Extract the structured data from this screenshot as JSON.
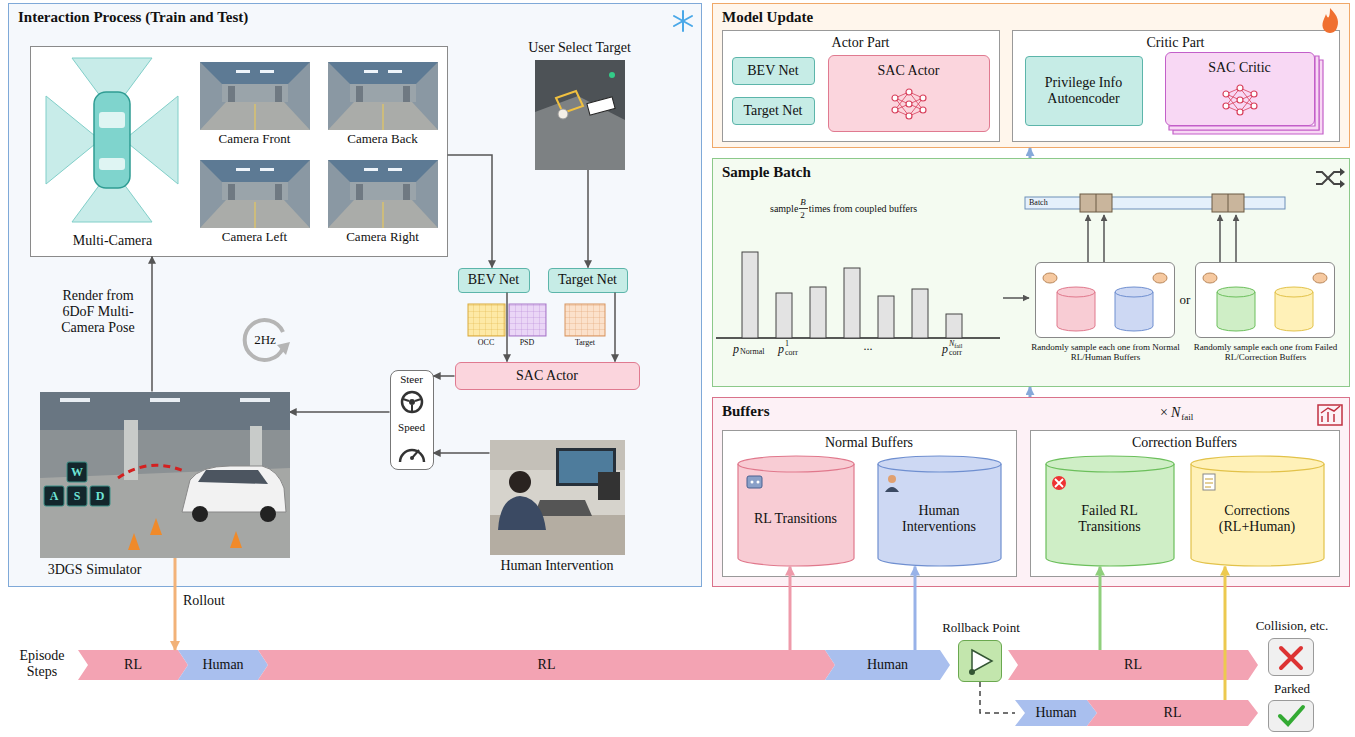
{
  "diagram": {
    "nodes": [
      {
        "text": [
          "Interaction Process (Train and Test)"
        ]
      },
      {
        "text": [
          "Multi-Camera"
        ],
        "in": 0
      },
      {
        "text": [
          "Camera Front"
        ],
        "in": 1
      },
      {
        "text": [
          "Camera Back"
        ],
        "in": 1
      },
      {
        "text": [
          "Camera Left"
        ],
        "in": 1
      },
      {
        "text": [
          "Camera Right"
        ],
        "in": 1
      },
      {
        "text": [
          "User Select Target"
        ],
        "in": 0
      },
      {
        "text": [
          "BEV Net"
        ],
        "in": 0
      },
      {
        "text": [
          "Target Net"
        ],
        "in": 0
      },
      {
        "text": [
          "SAC Actor"
        ],
        "in": 0
      },
      {
        "text": [
          "Steer",
          "Speed"
        ],
        "in": 0
      },
      {
        "text": [
          "3DGS Simulator"
        ],
        "in": 0
      },
      {
        "text": [
          "Human Intervention"
        ],
        "in": 0
      },
      {
        "text": [
          "Model Update"
        ]
      },
      {
        "text": [
          "Actor Part"
        ],
        "in": 13
      },
      {
        "text": [
          "BEV Net"
        ],
        "in": 14
      },
      {
        "text": [
          "Target Net"
        ],
        "in": 14
      },
      {
        "text": [
          "SAC Actor"
        ],
        "in": 14
      },
      {
        "text": [
          "Critic Part"
        ],
        "in": 13
      },
      {
        "text": [
          "Privilege Info Autoencoder"
        ],
        "in": 18
      },
      {
        "text": [
          "SAC Critic"
        ],
        "in": 18
      },
      {
        "text": [
          "Sample Batch"
        ]
      },
      {
        "text": [
          "Randomly sample each one from Normal RL/Human Buffers"
        ],
        "in": 21
      },
      {
        "text": [
          "Randomly sample each one from Failed RL/Correction Buffers"
        ],
        "in": 21
      },
      {
        "text": [
          "Buffers"
        ]
      },
      {
        "text": [
          "Normal Buffers"
        ],
        "in": 24
      },
      {
        "text": [
          "RL Transitions"
        ],
        "in": 25
      },
      {
        "text": [
          "Human Interventions"
        ],
        "in": 25
      },
      {
        "text": [
          "Correction Buffers"
        ],
        "in": 24
      },
      {
        "text": [
          "Failed RL Transitions"
        ],
        "in": 28
      },
      {
        "text": [
          "Corrections (RL+Human)"
        ],
        "in": 28
      },
      {
        "text": [
          "RL"
        ]
      },
      {
        "text": [
          "Human"
        ]
      },
      {
        "text": [
          "RL"
        ]
      },
      {
        "text": [
          "Human"
        ]
      },
      {
        "text": [
          "Rollback Point"
        ]
      },
      {
        "text": [
          "RL"
        ]
      },
      {
        "text": [
          "Collision, etc."
        ]
      },
      {
        "text": [
          "Human"
        ]
      },
      {
        "text": [
          "RL"
        ]
      },
      {
        "text": [
          "Parked"
        ]
      }
    ],
    "edges": [
      {
        "from": 1,
        "to": 7,
        "arrow": "to"
      },
      {
        "from": 6,
        "to": 8,
        "arrow": "to"
      },
      {
        "from": 7,
        "to": 9,
        "arrow": "to"
      },
      {
        "from": 8,
        "to": 9,
        "arrow": "to"
      },
      {
        "from": 9,
        "to": 10,
        "arrow": "to"
      },
      {
        "from": 12,
        "to": 10,
        "arrow": "to"
      },
      {
        "from": 10,
        "to": 11,
        "arrow": "to"
      },
      {
        "from": 11,
        "to": 1,
        "arrow": "to",
        "label": "Render from 6DoF Multi-Camera Pose"
      },
      {
        "from": 11,
        "to": 31,
        "arrow": "to",
        "label": "Rollout"
      },
      {
        "from": 24,
        "to": 21,
        "arrow": "to"
      },
      {
        "from": 21,
        "to": 13,
        "arrow": "to"
      },
      {
        "from": 33,
        "to": 26,
        "arrow": "to"
      },
      {
        "from": 34,
        "to": 27,
        "arrow": "to"
      },
      {
        "from": 36,
        "to": 29,
        "arrow": "to"
      },
      {
        "from": 39,
        "to": 30,
        "arrow": "to"
      },
      {
        "from": 35,
        "to": 38,
        "arrow": "none"
      }
    ],
    "labels": [
      "2Hz",
      "OCC",
      "PSD",
      "Target",
      "W",
      "A",
      "S",
      "D",
      "sample",
      "B",
      "2",
      "times from coupled buffers",
      "p",
      "Normal",
      "p",
      "1",
      "corr",
      "...",
      "p",
      "N",
      "fail",
      "corr",
      "Batch",
      "or",
      "×",
      "N",
      "fail",
      "Episode Steps"
    ]
  }
}
